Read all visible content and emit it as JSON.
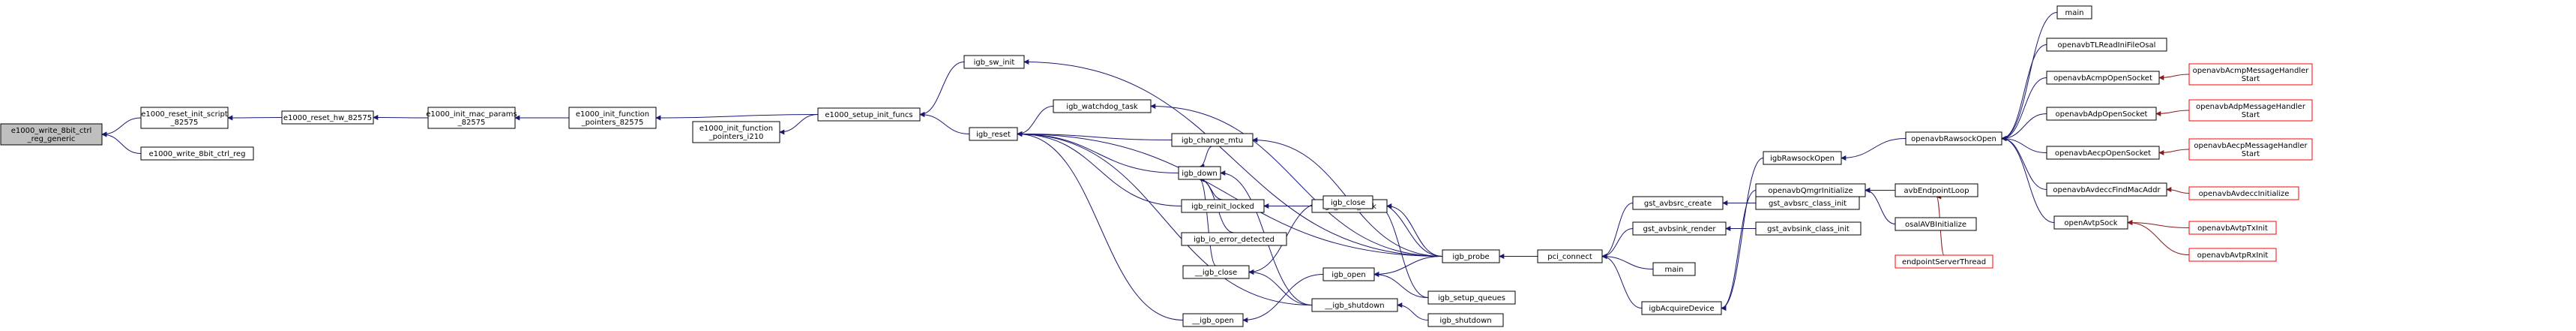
{
  "colors": {
    "edge": "#191970",
    "edge_red": "#8b1a1a",
    "node_border": "#000000",
    "node_border_red": "#ff0000",
    "root_fill": "#bfbfbf"
  },
  "nodes": [
    {
      "id": "root",
      "lines": [
        "e1000_write_8bit_ctrl",
        "_reg_generic"
      ],
      "kind": "root"
    },
    {
      "id": "n_reset_init_script",
      "lines": [
        "e1000_reset_init_script",
        "_82575"
      ]
    },
    {
      "id": "n_write_8bit",
      "lines": [
        "e1000_write_8bit_ctrl_reg"
      ]
    },
    {
      "id": "n_reset_hw",
      "lines": [
        "e1000_reset_hw_82575"
      ]
    },
    {
      "id": "n_init_mac",
      "lines": [
        "e1000_init_mac_params",
        "_82575"
      ]
    },
    {
      "id": "n_ifp_82575",
      "lines": [
        "e1000_init_function",
        "_pointers_82575"
      ]
    },
    {
      "id": "n_ifp_i210",
      "lines": [
        "e1000_init_function",
        "_pointers_i210"
      ]
    },
    {
      "id": "n_setup_init",
      "lines": [
        "e1000_setup_init_funcs"
      ]
    },
    {
      "id": "n_sw_init",
      "lines": [
        "igb_sw_init"
      ]
    },
    {
      "id": "n_igb_reset",
      "lines": [
        "igb_reset"
      ]
    },
    {
      "id": "n_watchdog",
      "lines": [
        "igb_watchdog_task"
      ]
    },
    {
      "id": "n_change_mtu",
      "lines": [
        "igb_change_mtu"
      ]
    },
    {
      "id": "n_down",
      "lines": [
        "igb_down"
      ]
    },
    {
      "id": "n_reinit",
      "lines": [
        "igb_reinit_locked"
      ]
    },
    {
      "id": "n_io_err",
      "lines": [
        "igb_io_error_detected"
      ]
    },
    {
      "id": "n_uclose",
      "lines": [
        "__igb_close"
      ]
    },
    {
      "id": "n_uopen",
      "lines": [
        "__igb_open"
      ]
    },
    {
      "id": "n_reset_task",
      "lines": [
        "igb_reset_task"
      ]
    },
    {
      "id": "n_close",
      "lines": [
        "igb_close"
      ]
    },
    {
      "id": "n_open",
      "lines": [
        "igb_open"
      ]
    },
    {
      "id": "n_ushutdown",
      "lines": [
        "__igb_shutdown"
      ]
    },
    {
      "id": "n_probe",
      "lines": [
        "igb_probe"
      ]
    },
    {
      "id": "n_setup_queues",
      "lines": [
        "igb_setup_queues"
      ]
    },
    {
      "id": "n_shutdown",
      "lines": [
        "igb_shutdown"
      ]
    },
    {
      "id": "n_pci_connect",
      "lines": [
        "pci_connect"
      ]
    },
    {
      "id": "n_avbsrc_create",
      "lines": [
        "gst_avbsrc_create"
      ]
    },
    {
      "id": "n_avbsink_render",
      "lines": [
        "gst_avbsink_render"
      ]
    },
    {
      "id": "n_main1",
      "lines": [
        "main"
      ]
    },
    {
      "id": "n_acquire",
      "lines": [
        "igbAcquireDevice"
      ]
    },
    {
      "id": "n_avbsrc_class",
      "lines": [
        "gst_avbsrc_class_init"
      ]
    },
    {
      "id": "n_avbsink_class",
      "lines": [
        "gst_avbsink_class_init"
      ]
    },
    {
      "id": "n_rawsock_open",
      "lines": [
        "igbRawsockOpen"
      ]
    },
    {
      "id": "n_qmgr",
      "lines": [
        "openavbQmgrInitialize"
      ]
    },
    {
      "id": "n_avb_endpoint_loop",
      "lines": [
        "avbEndpointLoop"
      ]
    },
    {
      "id": "n_osal_avb",
      "lines": [
        "osalAVBInitialize"
      ]
    },
    {
      "id": "n_endpoint_thread",
      "lines": [
        "endpointServerThread"
      ],
      "kind": "red"
    },
    {
      "id": "n_openavb_rawsock",
      "lines": [
        "openavbRawsockOpen"
      ]
    },
    {
      "id": "n_main2",
      "lines": [
        "main"
      ]
    },
    {
      "id": "n_tl_readini",
      "lines": [
        "openavbTLReadIniFileOsal"
      ]
    },
    {
      "id": "n_acmp_open",
      "lines": [
        "openavbAcmpOpenSocket"
      ]
    },
    {
      "id": "n_adp_open",
      "lines": [
        "openavbAdpOpenSocket"
      ]
    },
    {
      "id": "n_aecp_open",
      "lines": [
        "openavbAecpOpenSocket"
      ]
    },
    {
      "id": "n_avdecc_find",
      "lines": [
        "openavbAvdeccFindMacAddr"
      ]
    },
    {
      "id": "n_avtp_sock",
      "lines": [
        "openAvtpSock"
      ]
    },
    {
      "id": "n_acmp_handler",
      "lines": [
        "openavbAcmpMessageHandler",
        "Start"
      ],
      "kind": "red"
    },
    {
      "id": "n_adp_handler",
      "lines": [
        "openavbAdpMessageHandler",
        "Start"
      ],
      "kind": "red"
    },
    {
      "id": "n_aecp_handler",
      "lines": [
        "openavbAecpMessageHandler",
        "Start"
      ],
      "kind": "red"
    },
    {
      "id": "n_avdecc_init",
      "lines": [
        "openavbAvdeccInitialize"
      ],
      "kind": "red"
    },
    {
      "id": "n_avtp_tx",
      "lines": [
        "openavbAvtpTxInit"
      ],
      "kind": "red"
    },
    {
      "id": "n_avtp_rx",
      "lines": [
        "openavbAvtpRxInit"
      ],
      "kind": "red"
    }
  ],
  "edges": [
    [
      "n_reset_init_script",
      "root"
    ],
    [
      "n_write_8bit",
      "root"
    ],
    [
      "n_reset_hw",
      "n_reset_init_script"
    ],
    [
      "n_init_mac",
      "n_reset_hw"
    ],
    [
      "n_ifp_82575",
      "n_init_mac"
    ],
    [
      "n_setup_init",
      "n_ifp_82575"
    ],
    [
      "n_setup_init",
      "n_ifp_i210"
    ],
    [
      "n_sw_init",
      "n_setup_init"
    ],
    [
      "n_igb_reset",
      "n_setup_init"
    ],
    [
      "n_probe",
      "n_sw_init"
    ],
    [
      "n_watchdog",
      "n_igb_reset"
    ],
    [
      "n_change_mtu",
      "n_igb_reset"
    ],
    [
      "n_down",
      "n_igb_reset"
    ],
    [
      "n_reinit",
      "n_igb_reset"
    ],
    [
      "n_uopen",
      "n_igb_reset"
    ],
    [
      "n_ushutdown",
      "n_igb_reset"
    ],
    [
      "n_probe",
      "n_igb_reset"
    ],
    [
      "n_probe",
      "n_watchdog"
    ],
    [
      "n_probe",
      "n_change_mtu"
    ],
    [
      "n_change_mtu",
      "n_down"
    ],
    [
      "n_reinit",
      "n_down"
    ],
    [
      "n_io_err",
      "n_down"
    ],
    [
      "n_uclose",
      "n_down"
    ],
    [
      "n_ushutdown",
      "n_down"
    ],
    [
      "n_reset_task",
      "n_reinit"
    ],
    [
      "n_close",
      "n_uclose"
    ],
    [
      "n_open",
      "n_uopen"
    ],
    [
      "n_ushutdown",
      "n_uclose"
    ],
    [
      "n_shutdown",
      "n_ushutdown"
    ],
    [
      "n_probe",
      "n_reset_task"
    ],
    [
      "n_probe",
      "n_close"
    ],
    [
      "n_probe",
      "n_open"
    ],
    [
      "n_setup_queues",
      "n_close"
    ],
    [
      "n_setup_queues",
      "n_open"
    ],
    [
      "n_pci_connect",
      "n_probe"
    ],
    [
      "n_avbsrc_create",
      "n_pci_connect"
    ],
    [
      "n_avbsink_render",
      "n_pci_connect"
    ],
    [
      "n_main1",
      "n_pci_connect"
    ],
    [
      "n_acquire",
      "n_pci_connect"
    ],
    [
      "n_avbsrc_class",
      "n_avbsrc_create"
    ],
    [
      "n_avbsink_class",
      "n_avbsink_render"
    ],
    [
      "n_rawsock_open",
      "n_acquire"
    ],
    [
      "n_qmgr",
      "n_acquire"
    ],
    [
      "n_openavb_rawsock",
      "n_rawsock_open"
    ],
    [
      "n_avb_endpoint_loop",
      "n_qmgr"
    ],
    [
      "n_osal_avb",
      "n_qmgr"
    ],
    [
      "n_endpoint_thread",
      "n_avb_endpoint_loop"
    ],
    [
      "n_main2",
      "n_openavb_rawsock"
    ],
    [
      "n_tl_readini",
      "n_openavb_rawsock"
    ],
    [
      "n_acmp_open",
      "n_openavb_rawsock"
    ],
    [
      "n_adp_open",
      "n_openavb_rawsock"
    ],
    [
      "n_aecp_open",
      "n_openavb_rawsock"
    ],
    [
      "n_avdecc_find",
      "n_openavb_rawsock"
    ],
    [
      "n_avtp_sock",
      "n_openavb_rawsock"
    ],
    [
      "n_acmp_handler",
      "n_acmp_open"
    ],
    [
      "n_adp_handler",
      "n_adp_open"
    ],
    [
      "n_aecp_handler",
      "n_aecp_open"
    ],
    [
      "n_avdecc_init",
      "n_avdecc_find"
    ],
    [
      "n_avtp_tx",
      "n_avtp_sock"
    ],
    [
      "n_avtp_rx",
      "n_avtp_sock"
    ]
  ]
}
